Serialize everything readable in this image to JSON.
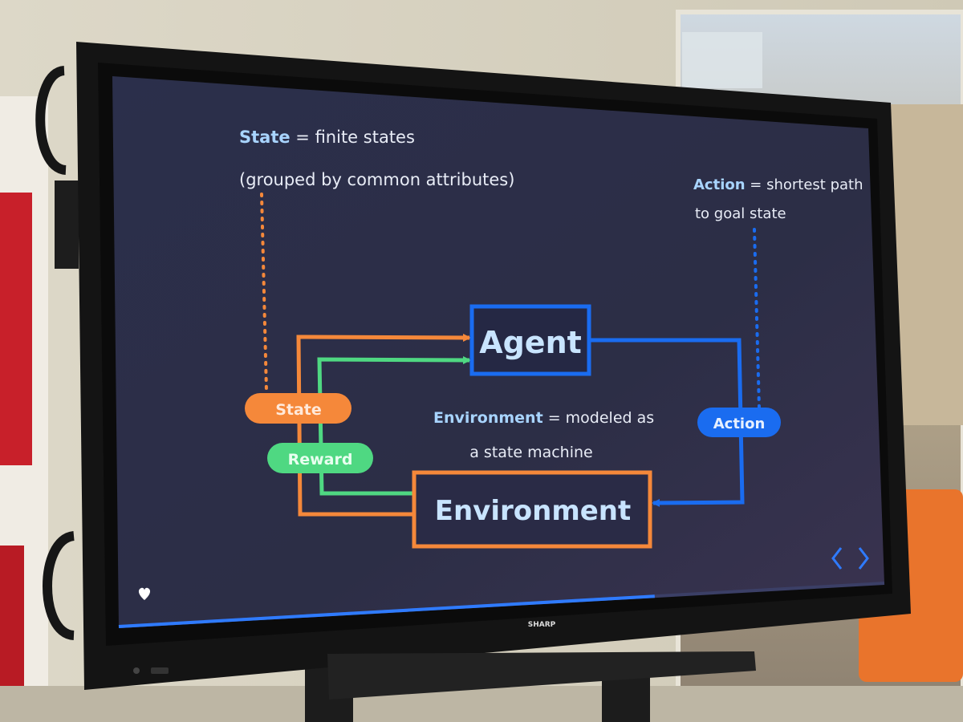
{
  "colors": {
    "slide_bg": "#2a2e49",
    "state_orange": "#f5883a",
    "reward_green": "#4fd882",
    "action_blue": "#1a6cf0",
    "text_light": "#e8ecf6",
    "keyword_blue": "#a8d4ff"
  },
  "slide": {
    "state_note": {
      "keyword": "State",
      "rest": " = finite states",
      "line2": "(grouped by common attributes)"
    },
    "action_note": {
      "keyword": "Action",
      "rest": " = shortest path",
      "line2": "to goal state"
    },
    "environment_note": {
      "keyword": "Environment",
      "rest": " = modeled as",
      "line2": "a state machine"
    },
    "agent_label": "Agent",
    "environment_label": "Environment",
    "pills": {
      "state": "State",
      "reward": "Reward",
      "action": "Action"
    },
    "nav": {
      "prev_icon": "chevron-left-icon",
      "next_icon": "chevron-right-icon"
    },
    "like_icon": "heart-icon",
    "progress": 0.7
  },
  "monitor": {
    "brand": "SHARP"
  }
}
